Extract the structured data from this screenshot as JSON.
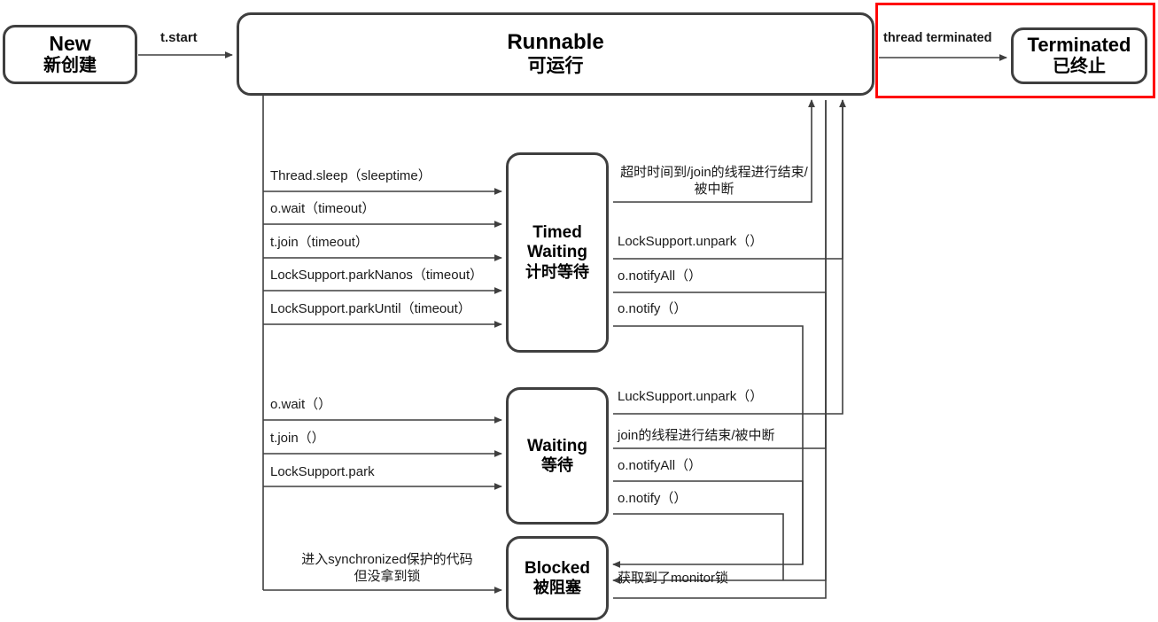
{
  "diagram": {
    "title": "Java Thread State Transition Diagram",
    "colors": {
      "box_border": "#3f3f3f",
      "line": "#3f3f3f",
      "highlight": "#ff0000",
      "background": "#ffffff",
      "text": "#1a1a1a"
    },
    "states": [
      {
        "id": "new",
        "en": "New",
        "zh": "新创建"
      },
      {
        "id": "runnable",
        "en": "Runnable",
        "zh": "可运行"
      },
      {
        "id": "terminated",
        "en": "Terminated",
        "zh": "已终止"
      },
      {
        "id": "timed",
        "en": "Timed\nWaiting",
        "en_line1": "Timed",
        "en_line2": "Waiting",
        "zh": "计时等待"
      },
      {
        "id": "waiting",
        "en": "Waiting",
        "zh": "等待"
      },
      {
        "id": "blocked",
        "en": "Blocked",
        "zh": "被阻塞"
      }
    ],
    "transitions": {
      "start": "t.start",
      "terminated": "thread terminated",
      "to_timed_waiting": [
        "Thread.sleep（sleeptime）",
        "o.wait（timeout）",
        "t.join（timeout）",
        "LockSupport.parkNanos（timeout）",
        "LockSupport.parkUntil（timeout）"
      ],
      "from_timed_waiting": [
        "超时时间到/join的线程进行结束/被中断",
        "LockSupport.unpark（）",
        "o.notifyAll（）",
        "o.notify（）"
      ],
      "to_waiting": [
        "o.wait（）",
        "t.join（）",
        "LockSupport.park"
      ],
      "from_waiting": [
        "LuckSupport.unpark（）",
        "join的线程进行结束/被中断",
        "o.notifyAll（）",
        "o.notify（）"
      ],
      "to_blocked": "进入synchronized保护的代码\n但没拿到锁",
      "to_blocked_line1": "进入synchronized保护的代码",
      "to_blocked_line2": "但没拿到锁",
      "from_blocked": "获取到了monitor锁"
    },
    "highlight_region": "terminated-transition-highlight"
  }
}
